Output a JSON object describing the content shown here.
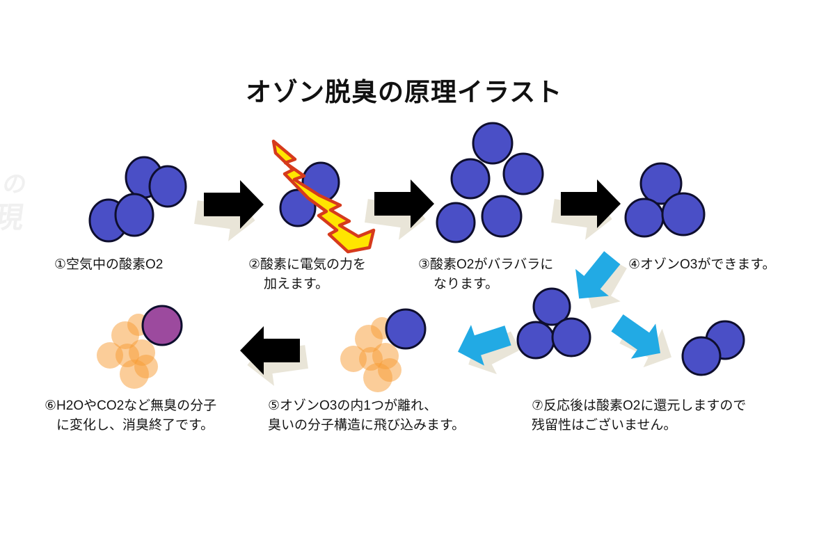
{
  "title": "オゾン脱臭の原理イラスト",
  "watermark": {
    "fragment1": "の",
    "fragment2": "現"
  },
  "steps": [
    {
      "lines": [
        "①空気中の酸素O2"
      ]
    },
    {
      "lines": [
        "②酸素に電気の力を",
        "加えます。"
      ]
    },
    {
      "lines": [
        "③酸素O2がバラバラに",
        "なります。"
      ]
    },
    {
      "lines": [
        "④オゾンO3ができます。"
      ]
    },
    {
      "lines": [
        "⑤オゾンO3の内1つが離れ、",
        "臭いの分子構造に飛び込みます。"
      ]
    },
    {
      "lines": [
        "⑥H2OやCO2など無臭の分子",
        "に変化し、消臭終了です。"
      ]
    },
    {
      "lines": [
        "⑦反応後は酸素O2に還元しますので",
        "残留性はございません。"
      ]
    }
  ],
  "colors": {
    "oxygen_blue": "#4a4fc6",
    "molecule_outline": "#0e0e2e",
    "odor_orange": "#f79b33",
    "odorless_purple": "#9c4a9e",
    "lightning_fill": "#ffe500",
    "lightning_outline": "#d63a1c",
    "arrow_black": "#000000",
    "arrow_cyan": "#22aae4",
    "arrow_shadow": "#e9e5d8"
  }
}
